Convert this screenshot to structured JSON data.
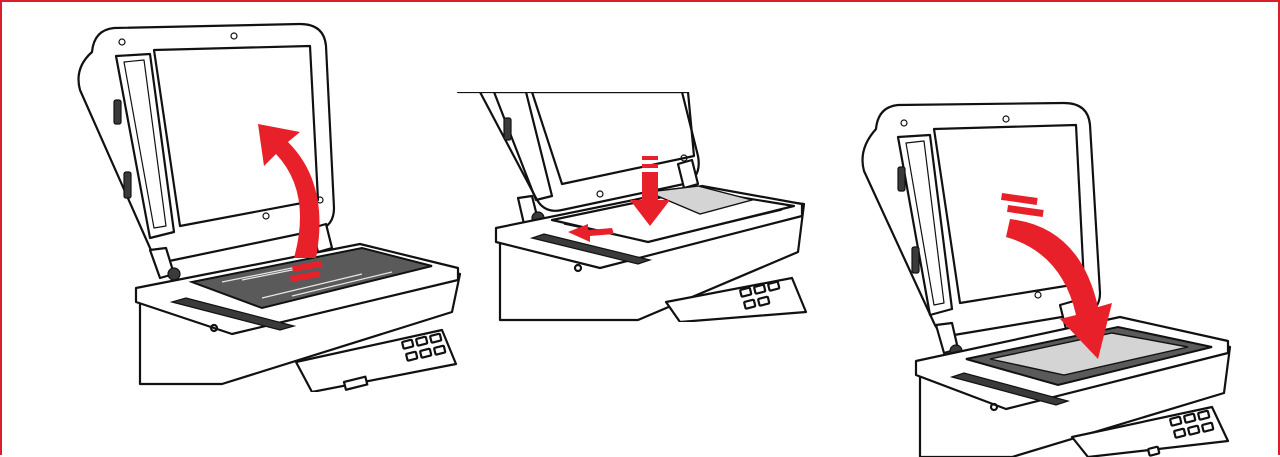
{
  "colors": {
    "frame": "#d81f2a",
    "arrow": "#e8202a",
    "outline": "#111111",
    "glass": "#5a5a5a",
    "document": "#d4d4d4"
  },
  "steps": [
    {
      "action": "open-lid",
      "arrow": "curved-up"
    },
    {
      "action": "place-document-face-down-against-corner",
      "arrow": "down-and-left"
    },
    {
      "action": "close-lid",
      "arrow": "curved-down"
    }
  ]
}
